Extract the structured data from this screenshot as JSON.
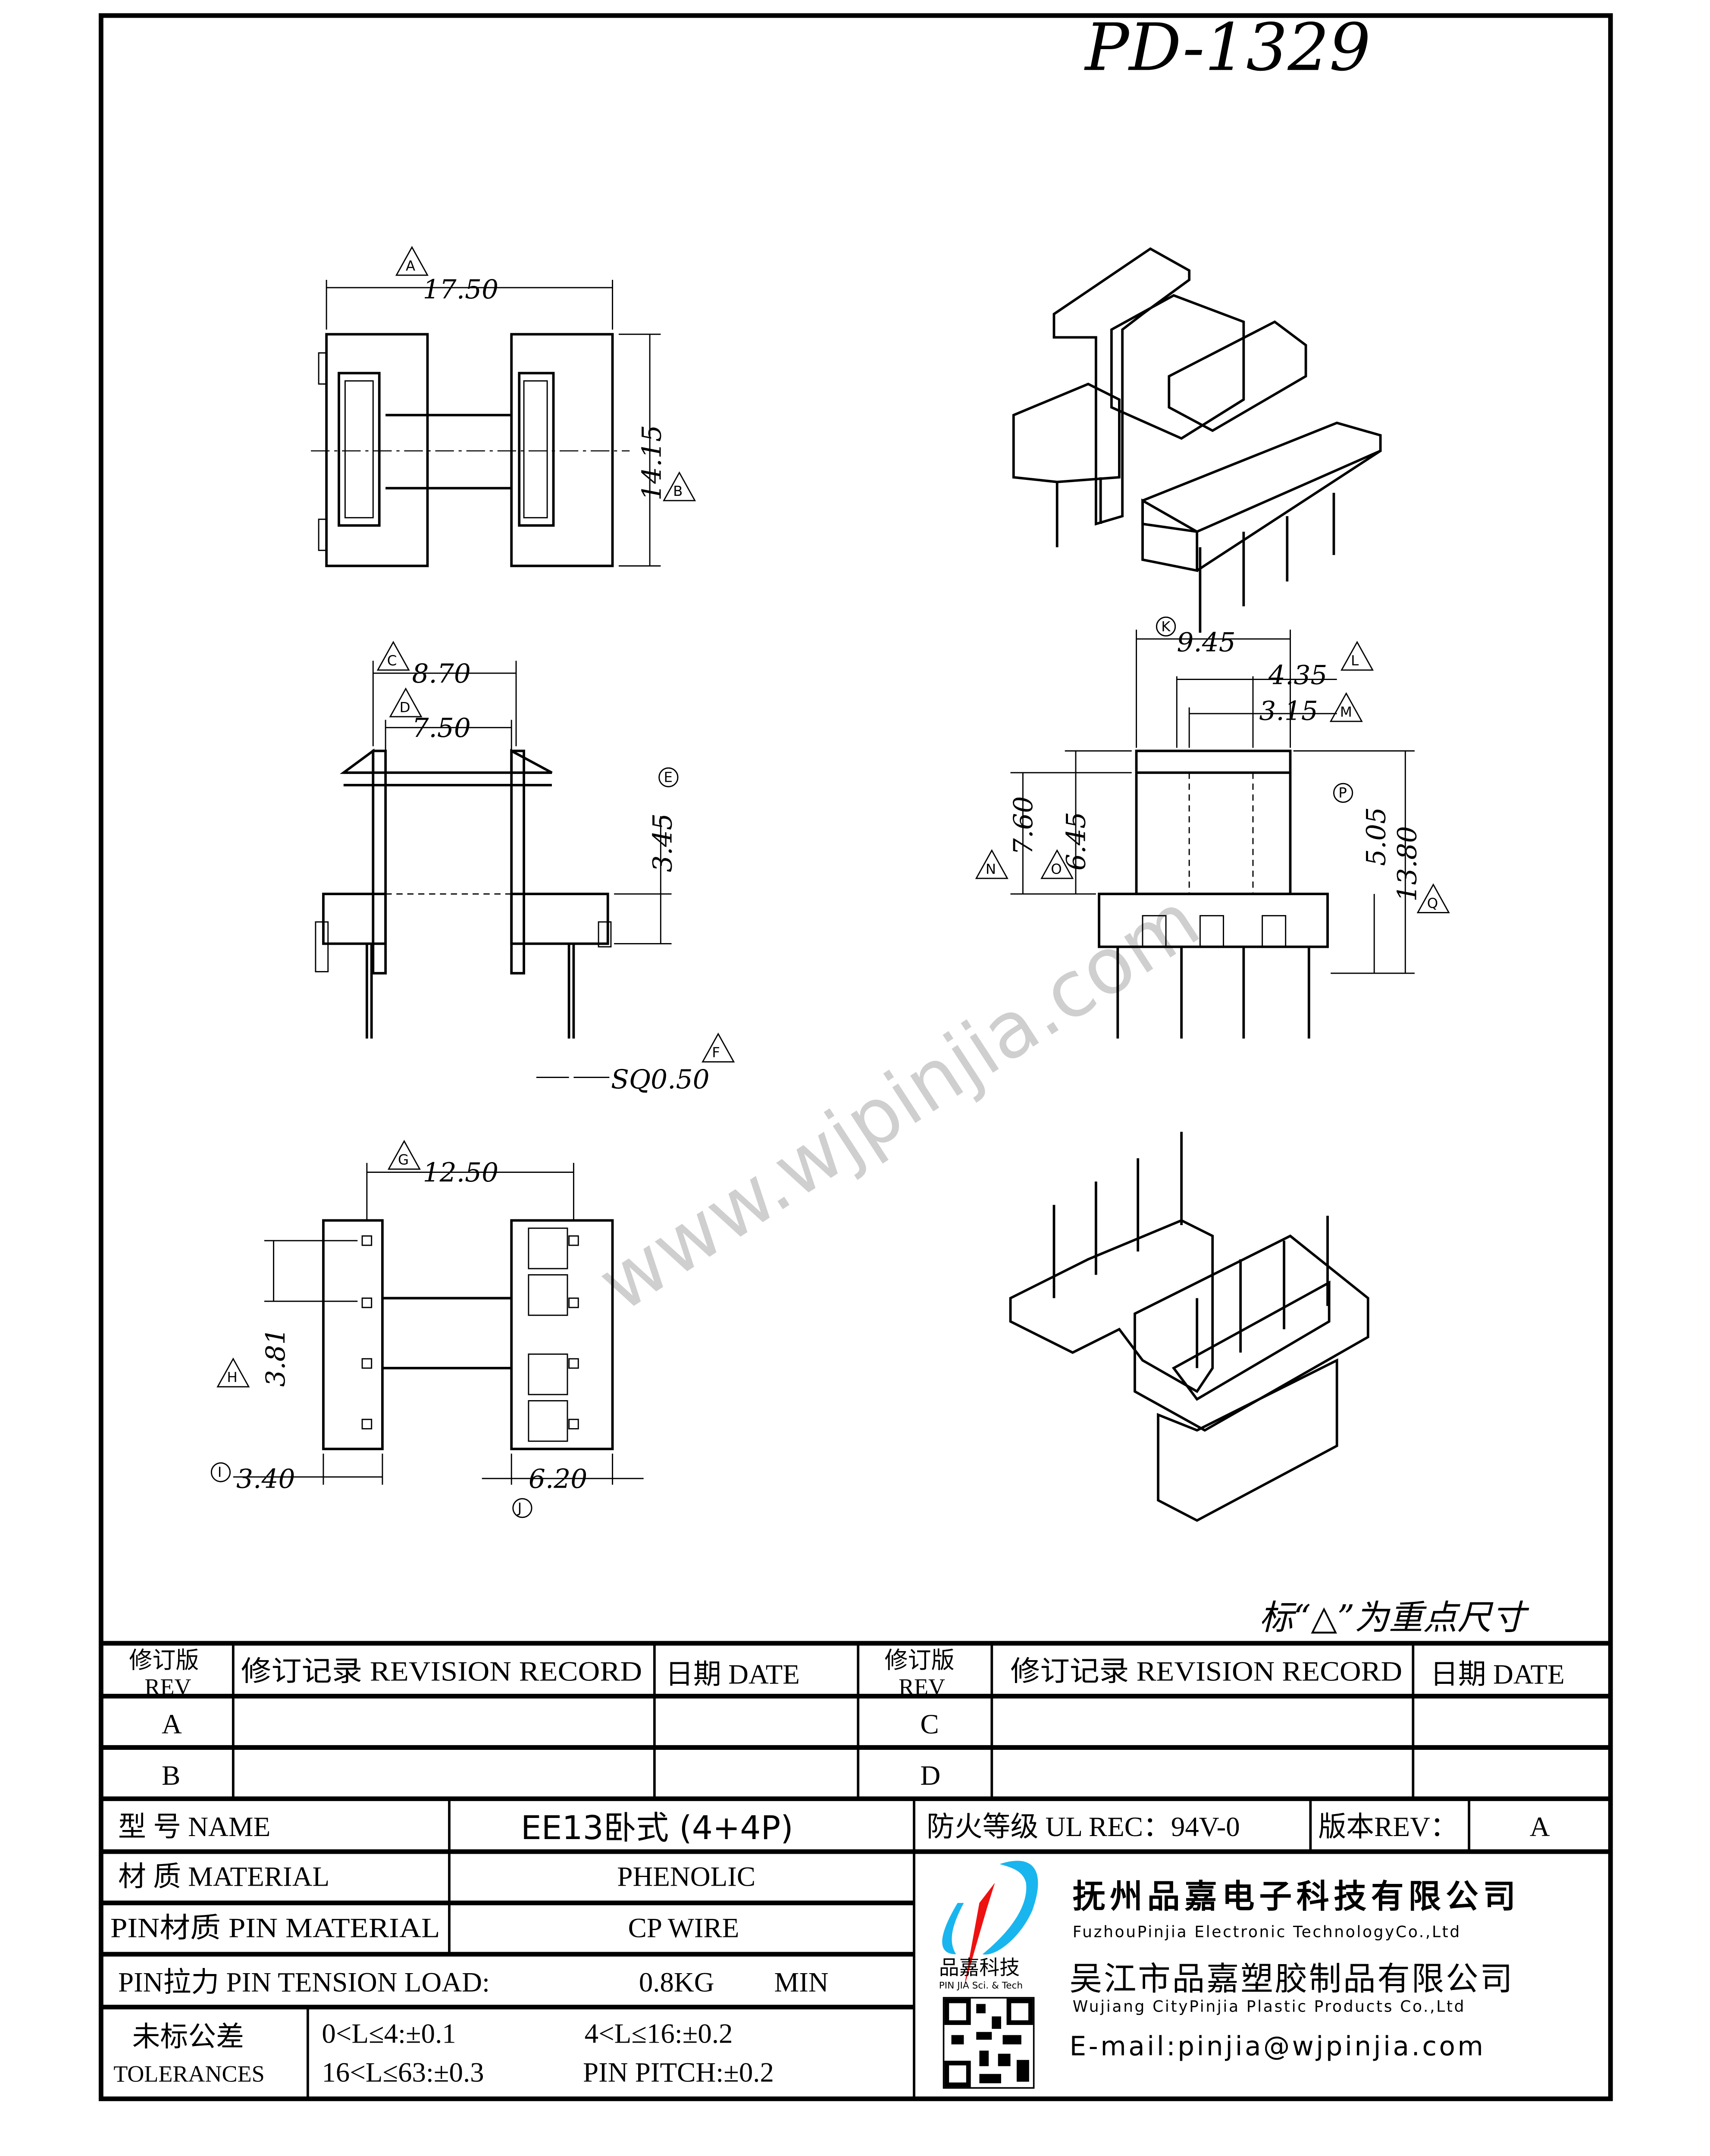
{
  "drawing_number": "PD-1329",
  "watermark": "www.wjpinjia.com",
  "key_dimension_note": "标“△”为重点尺寸",
  "dimensions": {
    "top_width": "17.50",
    "top_height": "14.15",
    "flange_outer": "8.70",
    "flange_inner": "7.50",
    "pin_offset": "3.45",
    "pin_square": "SQ0.50",
    "side_width": "9.45",
    "core_width": "4.35",
    "center_width": "3.15",
    "height_760": "7.60",
    "height_645": "6.45",
    "height_505": "5.05",
    "total_height": "13.80",
    "pin_span": "12.50",
    "pin_pitch": "3.81",
    "left_offset": "3.40",
    "right_offset": "6.20"
  },
  "markers": [
    "A",
    "B",
    "C",
    "D",
    "E",
    "F",
    "G",
    "H",
    "I",
    "J",
    "K",
    "L",
    "M",
    "N",
    "O",
    "P",
    "Q"
  ],
  "revision_table": {
    "headers": {
      "rev_cn": "修订版",
      "rev_en": "REV",
      "record": "修订记录 REVISION RECORD",
      "date": "日期 DATE"
    },
    "rows_left": [
      "A",
      "B"
    ],
    "rows_right": [
      "C",
      "D"
    ]
  },
  "title_block": {
    "name_label": "型 号 NAME",
    "name_value": "EE13卧式 (4+4P)",
    "fire_rating": "防火等级 UL REC：94V-0",
    "version_label": "版本REV：",
    "version_value": "A",
    "material_label": "材 质 MATERIAL",
    "material_value": "PHENOLIC",
    "pin_material_label": "PIN材质 PIN MATERIAL",
    "pin_material_value": "CP WIRE",
    "pin_tension_label": "PIN拉力 PIN TENSION LOAD:",
    "pin_tension_value": "0.8KG",
    "pin_tension_unit": "MIN",
    "tolerances_cn": "未标公差",
    "tolerances_en": "TOLERANCES",
    "tol_1": "0<L≤4:±0.1",
    "tol_2": "4<L≤16:±0.2",
    "tol_3": "16<L≤63:±0.3",
    "tol_4": "PIN PITCH:±0.2"
  },
  "company": {
    "logo_text": "品嘉科技",
    "logo_sub": "PIN JIA Sci. & Tech",
    "name1_cn": "抚州品嘉电子科技有限公司",
    "name1_en": "FuzhouPinjia Electronic TechnologyCo.,Ltd",
    "name2_cn": "吴江市品嘉塑胶制品有限公司",
    "name2_en": "Wujiang CityPinjia  Plastic Products Co.,Ltd",
    "email": "E-mail:pinjia@wjpinjia.com",
    "colors": {
      "logo_blue": "#19b5ee",
      "logo_red": "#ee1111"
    }
  }
}
